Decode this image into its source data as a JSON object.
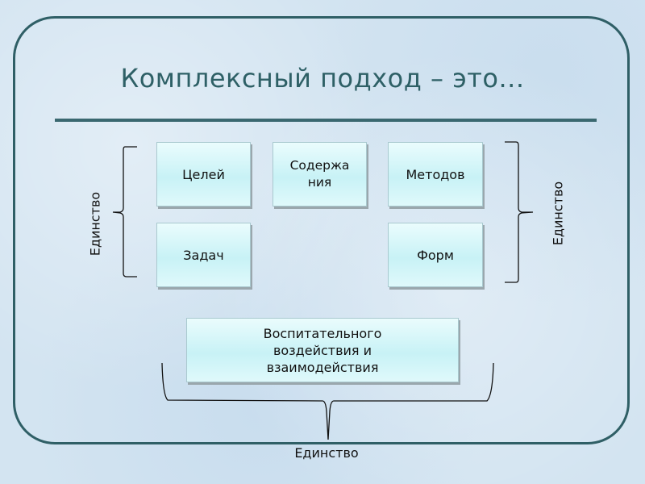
{
  "slide": {
    "title": "Комплексный подход – это...",
    "colors": {
      "frame": "#2f5f66",
      "title": "#2e6066",
      "box_fill": "#c8f2f6",
      "background": "#d3e4f1"
    }
  },
  "boxes": {
    "goals": "Целей",
    "content_lines": [
      "Содержа",
      "ния"
    ],
    "methods": "Методов",
    "tasks": "Задач",
    "forms": "Форм",
    "influence_lines": [
      "Воспитательного",
      "воздействия и",
      "взаимодействия"
    ]
  },
  "unity_labels": {
    "left": "Единство",
    "right": "Единство",
    "bottom": "Единство"
  }
}
